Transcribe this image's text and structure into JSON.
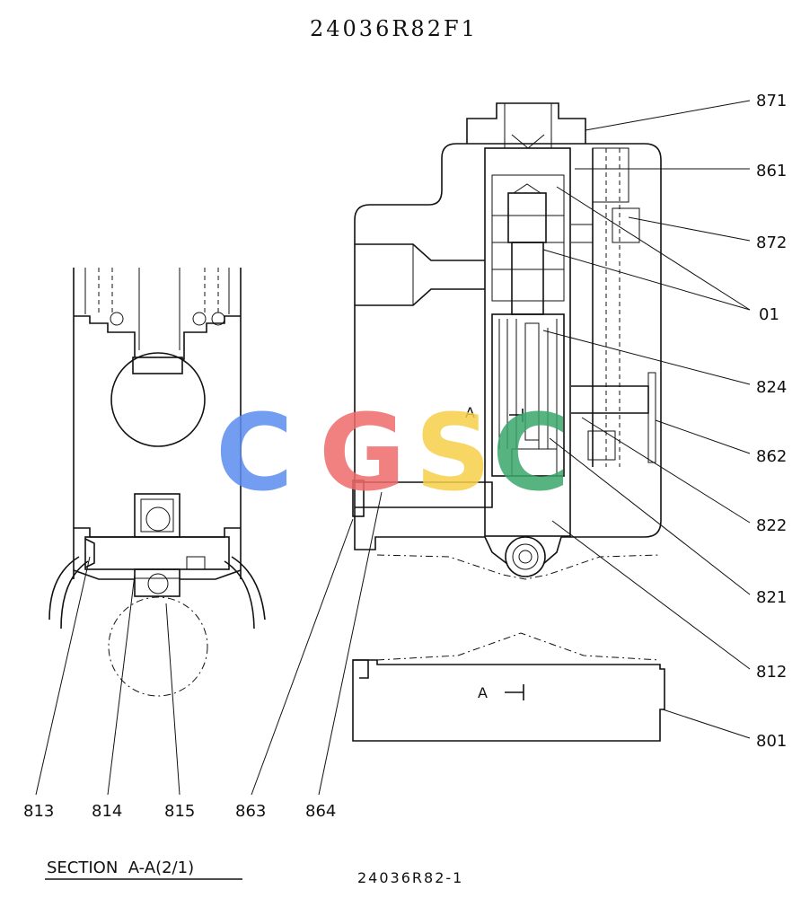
{
  "title": "24036R82F1",
  "drawing_no": "24036R82-1",
  "section_label": "SECTION  A-A(2/1)",
  "section_marks": [
    "A",
    "A"
  ],
  "watermark": {
    "letters": [
      "C",
      "G",
      "S",
      "C"
    ],
    "colors": [
      "#5b8def",
      "#ef6b6b",
      "#f6cf4a",
      "#3aa86b"
    ]
  },
  "callouts_right": [
    "871",
    "861",
    "872",
    "01",
    "824",
    "862",
    "822",
    "821",
    "812",
    "801"
  ],
  "callouts_bottom": [
    "813",
    "814",
    "815",
    "863",
    "864"
  ]
}
